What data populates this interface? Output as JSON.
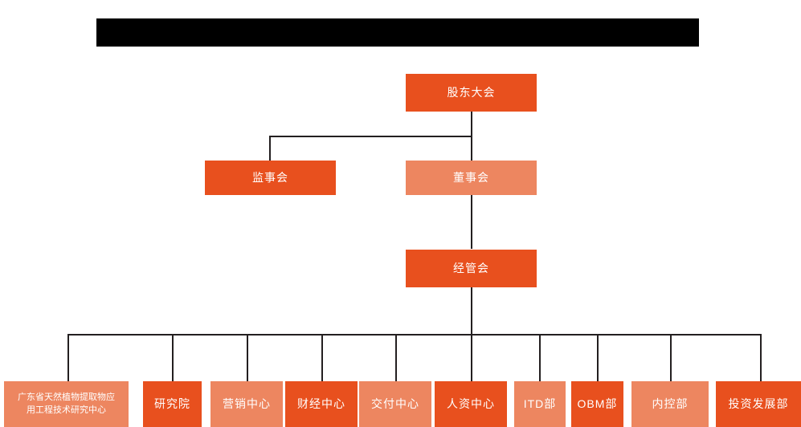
{
  "chart": {
    "kind": "organization-chart",
    "title_banner": {
      "label": "",
      "redacted": true,
      "color": "#000000"
    },
    "colors": {
      "dark_orange": "#E8501E",
      "light_orange": "#ED8660",
      "connector": "#231f20",
      "background": "#ffffff",
      "text": "#ffffff"
    },
    "levels": [
      {
        "name": "governance-top",
        "nodes": [
          {
            "id": "shareholders-meeting",
            "label": "股东大会",
            "tone": "dark"
          }
        ]
      },
      {
        "name": "governance-second",
        "nodes": [
          {
            "id": "board-of-supervisors",
            "label": "监事会",
            "tone": "dark"
          },
          {
            "id": "board-of-directors",
            "label": "董事会",
            "tone": "light"
          }
        ]
      },
      {
        "name": "management",
        "nodes": [
          {
            "id": "management-committee",
            "label": "经管会",
            "tone": "dark"
          }
        ]
      },
      {
        "name": "departments",
        "nodes": [
          {
            "id": "gd-research-center",
            "label": "广东省天然植物提取物应用工程技术研究中心",
            "line1": "广东省天然植物提取物应",
            "line2": "用工程技术研究中心",
            "tone": "light"
          },
          {
            "id": "research-institute",
            "label": "研究院",
            "tone": "dark"
          },
          {
            "id": "marketing-center",
            "label": "营销中心",
            "tone": "light"
          },
          {
            "id": "finance-center",
            "label": "财经中心",
            "tone": "dark"
          },
          {
            "id": "delivery-center",
            "label": "交付中心",
            "tone": "light"
          },
          {
            "id": "hr-center",
            "label": "人资中心",
            "tone": "dark"
          },
          {
            "id": "itd-department",
            "label": "ITD部",
            "tone": "light"
          },
          {
            "id": "obm-department",
            "label": "OBM部",
            "tone": "dark"
          },
          {
            "id": "internal-control-department",
            "label": "内控部",
            "tone": "light"
          },
          {
            "id": "investment-development-department",
            "label": "投资发展部",
            "tone": "dark"
          }
        ]
      }
    ]
  }
}
